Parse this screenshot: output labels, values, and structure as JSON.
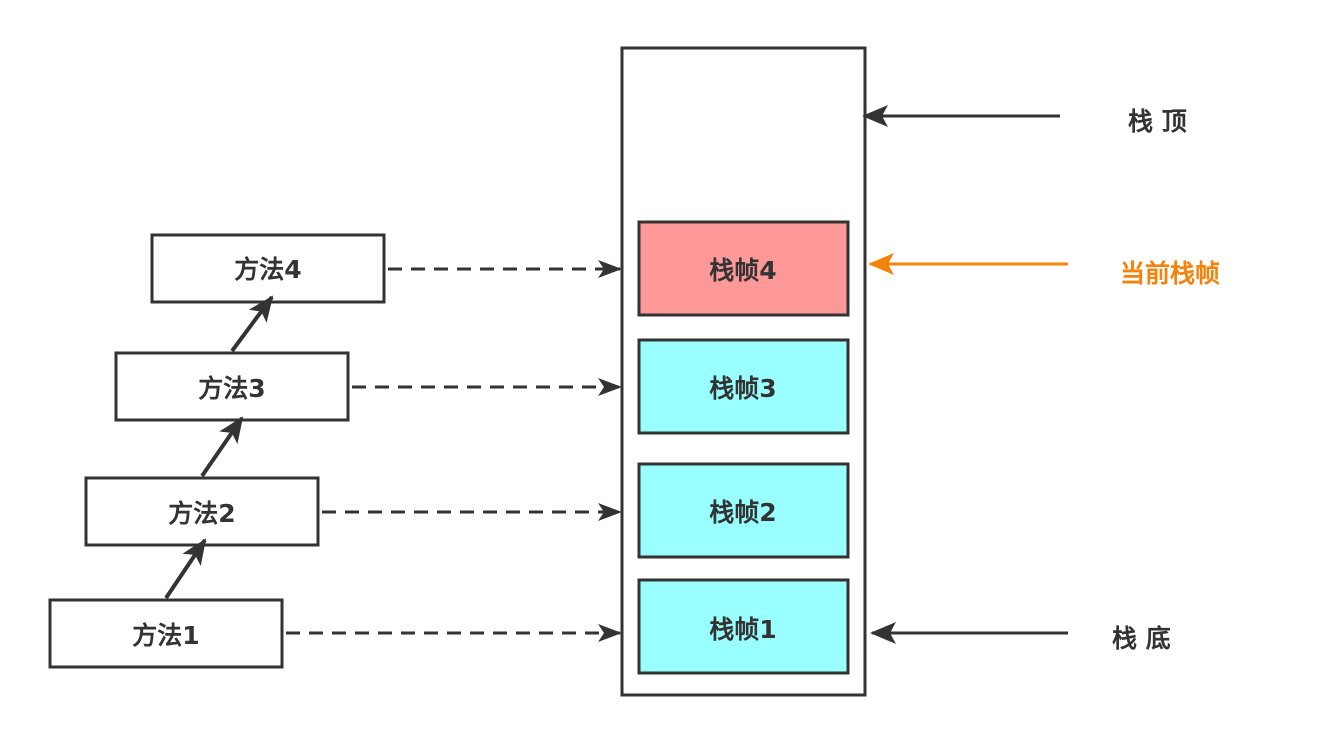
{
  "methods": {
    "m1": "方法1",
    "m2": "方法2",
    "m3": "方法3",
    "m4": "方法4"
  },
  "frames": {
    "f1": "栈帧1",
    "f2": "栈帧2",
    "f3": "栈帧3",
    "f4": "栈帧4"
  },
  "labels": {
    "stack_top": "栈 顶",
    "current_frame": "当前栈帧",
    "stack_bottom": "栈 底"
  },
  "colors": {
    "current_frame_fill": "#ff9999",
    "frame_fill": "#99ffff",
    "highlight": "#f5820a",
    "stroke": "#333333"
  }
}
